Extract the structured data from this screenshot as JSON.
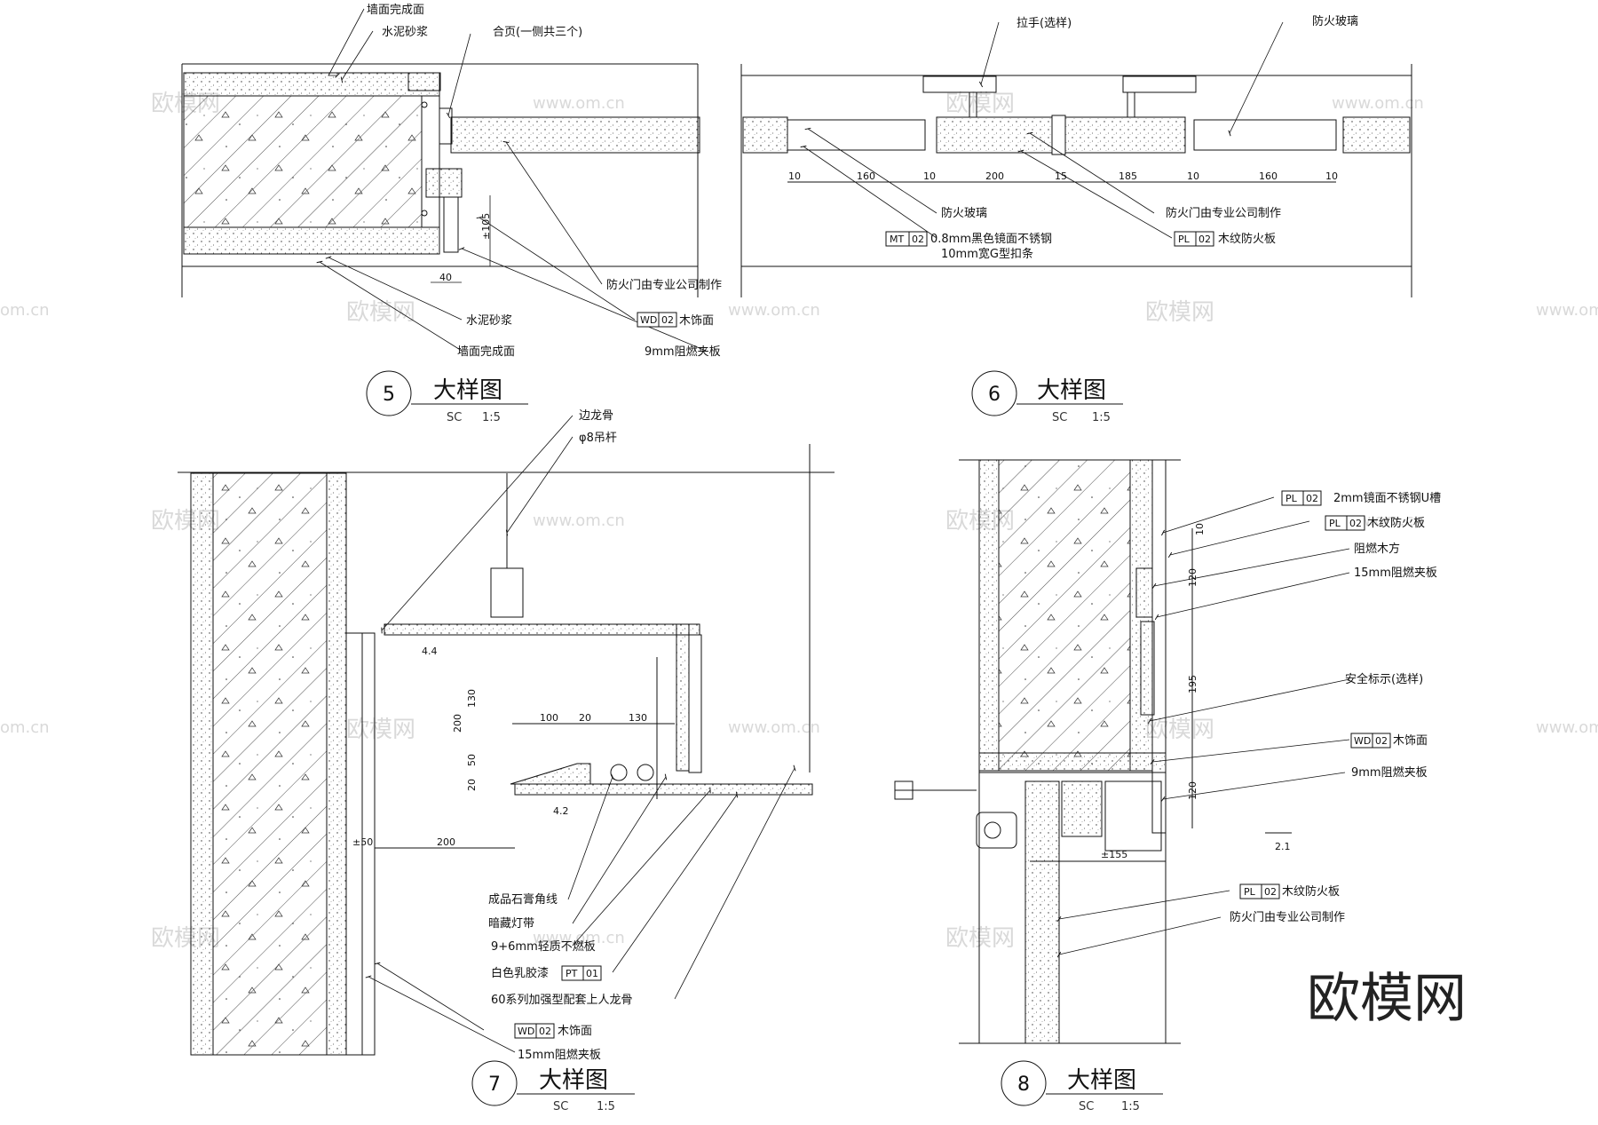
{
  "details": [
    {
      "number": "5",
      "title": "大样图",
      "scale_label": "SC",
      "scale": "1:5"
    },
    {
      "number": "6",
      "title": "大样图",
      "scale_label": "SC",
      "scale": "1:5"
    },
    {
      "number": "7",
      "title": "大样图",
      "scale_label": "SC",
      "scale": "1:5"
    },
    {
      "number": "8",
      "title": "大样图",
      "scale_label": "SC",
      "scale": "1:5"
    }
  ],
  "d5": {
    "labels": [
      "墙面完成面",
      "水泥砂浆",
      "合页(一侧共三个)",
      "防火门由专业公司制作",
      "木饰面",
      "9mm阻燃夹板",
      "水泥砂浆",
      "墙面完成面"
    ],
    "tag_wd": "WD",
    "tag_wd_no": "02",
    "dims": [
      "40",
      "±105"
    ]
  },
  "d6": {
    "labels": [
      "拉手(选样)",
      "防火玻璃",
      "防火玻璃",
      "防火门由专业公司制作",
      "木纹防火板",
      "0.8mm黑色镜面不锈钢",
      "10mm宽G型扣条"
    ],
    "tag_mt": "MT",
    "tag_pl": "PL",
    "tag_no": "02",
    "dims": [
      "10",
      "160",
      "10",
      "200",
      "15",
      "185",
      "10",
      "160",
      "10"
    ]
  },
  "d7": {
    "labels": [
      "边龙骨",
      "φ8吊杆",
      "成品石膏角线",
      "暗藏灯带",
      "9+6mm轻质不燃板",
      "白色乳胶漆",
      "60系列加强型配套上人龙骨",
      "木饰面",
      "15mm阻燃夹板"
    ],
    "tag_pt": "PT",
    "tag_pt_no": "01",
    "tag_wd": "WD",
    "tag_wd_no": "02",
    "dims": [
      "100",
      "20",
      "130",
      "130",
      "200",
      "50",
      "20",
      "200",
      "±50"
    ],
    "levels": [
      "4.4",
      "4.2"
    ]
  },
  "d8": {
    "labels": [
      "2mm镜面不锈钢U槽",
      "木纹防火板",
      "阻燃木方",
      "15mm阻燃夹板",
      "安全标示(选样)",
      "木饰面",
      "9mm阻燃夹板",
      "木纹防火板",
      "防火门由专业公司制作"
    ],
    "tag_pl": "PL",
    "tag_wd": "WD",
    "tag_no": "02",
    "dims": [
      "10",
      "120",
      "195",
      "120",
      "±155"
    ],
    "levels": [
      "2.1"
    ]
  },
  "watermark": {
    "brand": "欧模网",
    "url": "www.om.cn",
    "short": "om.cn"
  }
}
